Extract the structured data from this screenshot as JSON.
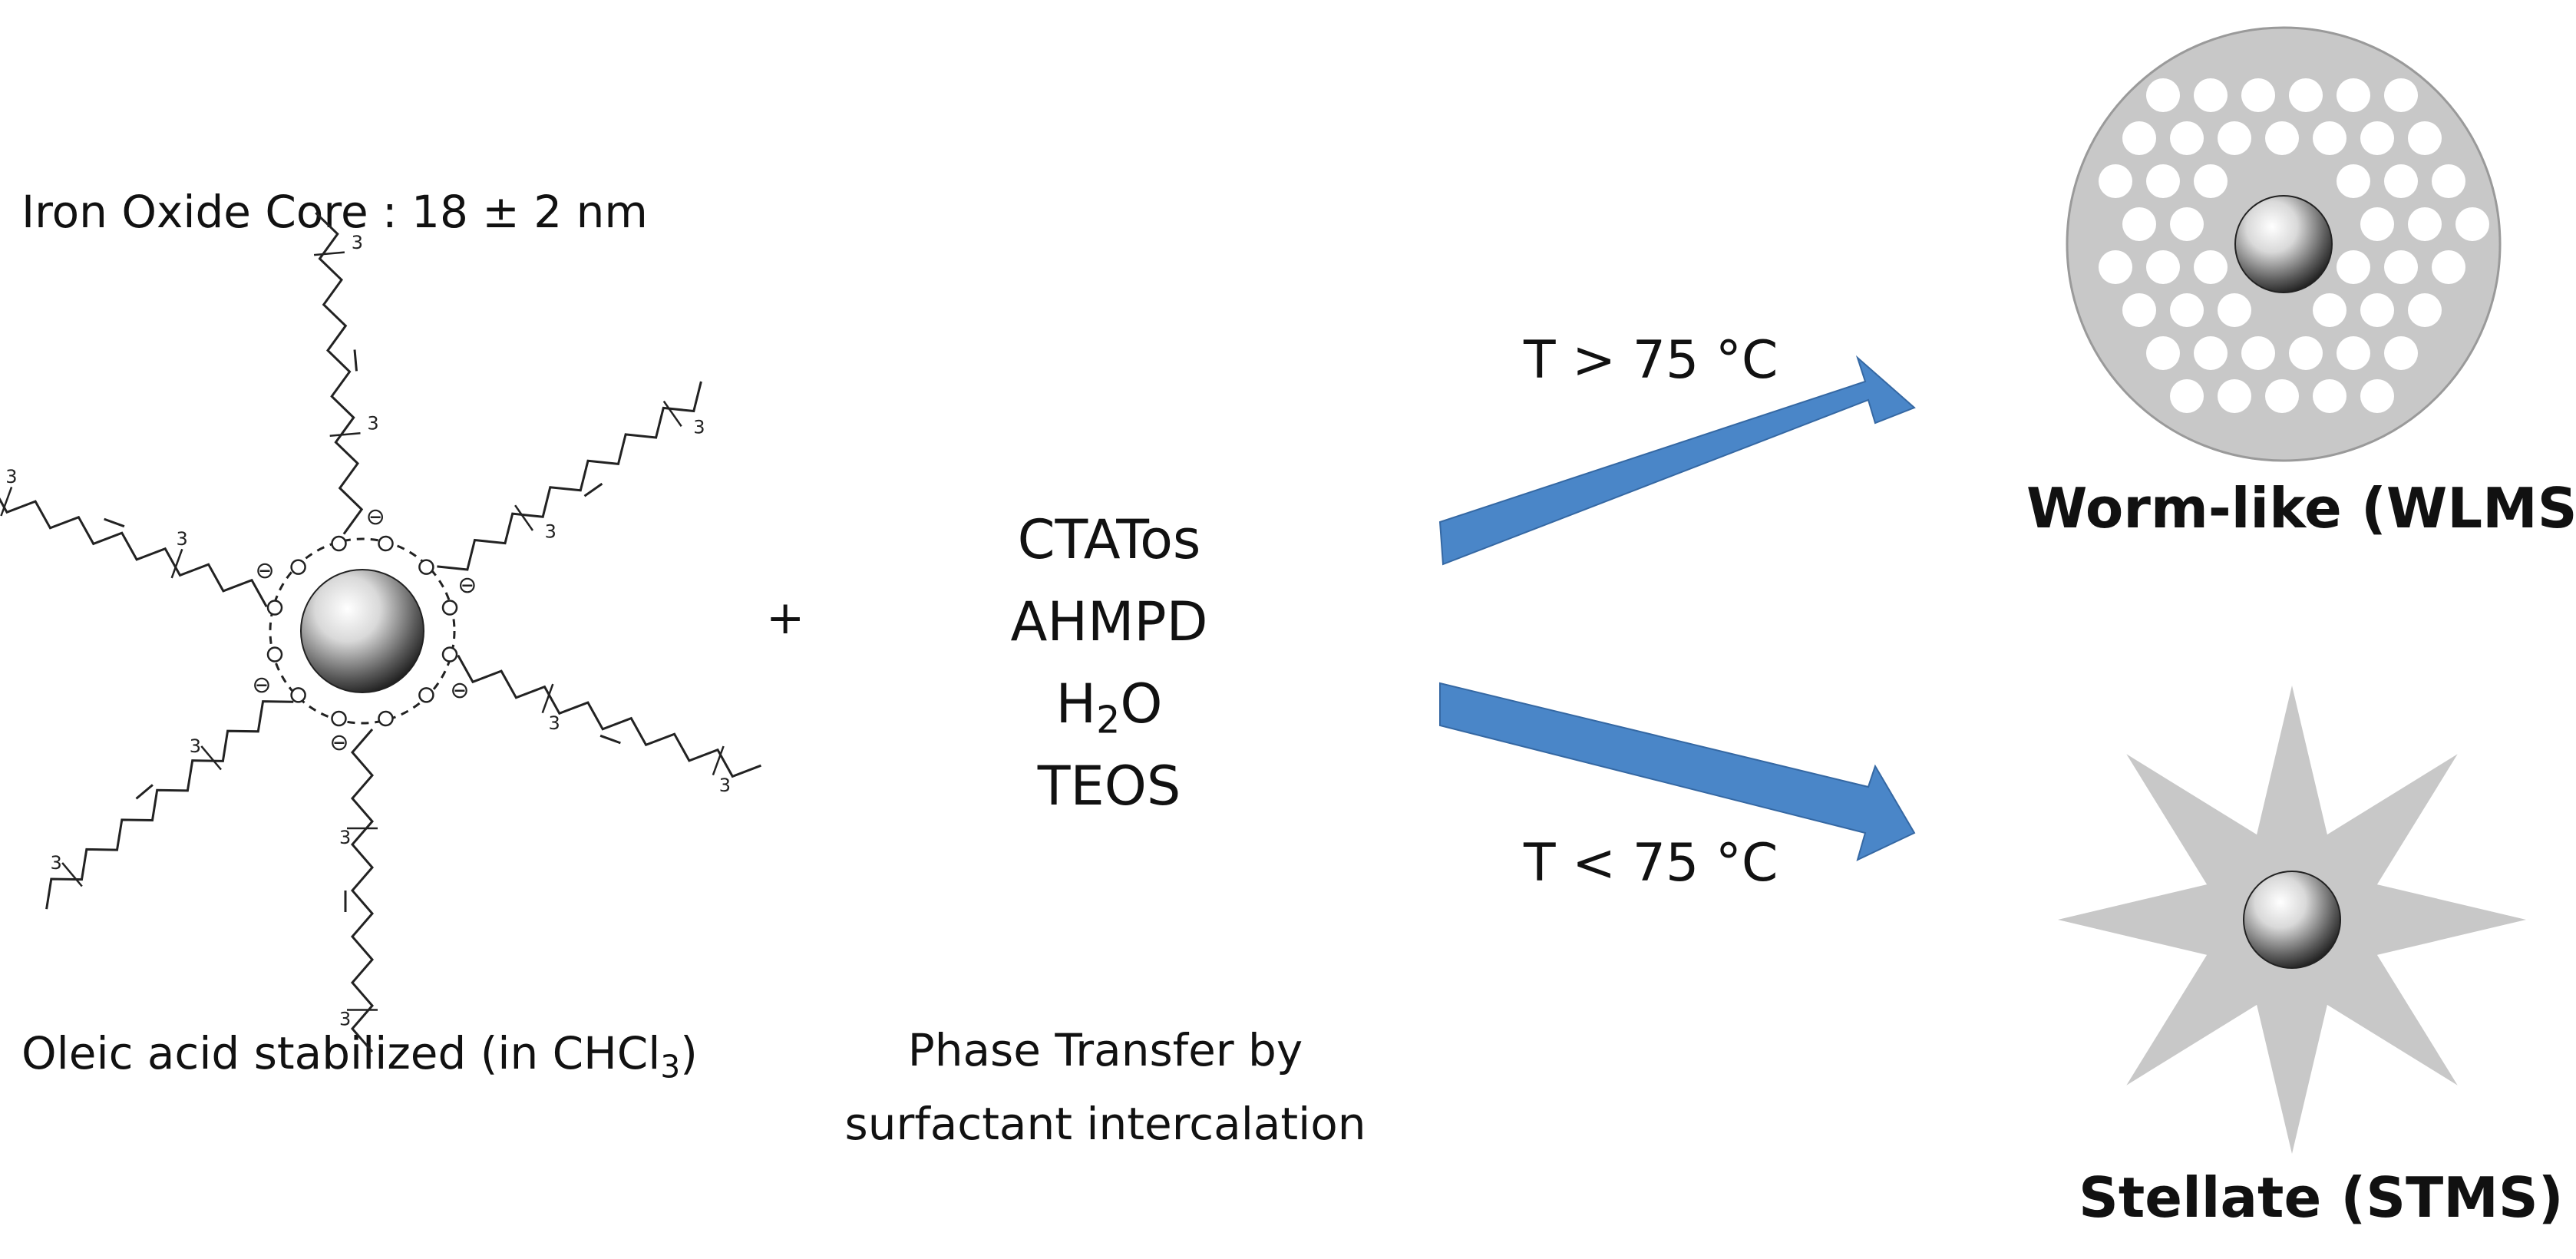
{
  "left": {
    "core_label": "Iron Oxide Core : 18 ± 2 nm",
    "oleic_label_main": "Oleic acid stabilized (in CHCl",
    "oleic_label_sub": "3",
    "oleic_label_end": ")",
    "chain_unit": "3",
    "charge_symbol": "⊖",
    "oxygen_symbol": "O"
  },
  "plus_sign": "+",
  "reagents": {
    "line1": "CTATos",
    "line2": "AHMPD",
    "h2o_main": "H",
    "h2o_sub": "2",
    "h2o_end": "O",
    "line4": "TEOS"
  },
  "phase_transfer": {
    "line1": "Phase Transfer by",
    "line2": "surfactant intercalation"
  },
  "conditions": {
    "high": "T > 75 °C",
    "low": "T < 75 °C"
  },
  "products": {
    "top": "Worm-like (WLMS)",
    "bottom": "Stellate (STMS)"
  },
  "colors": {
    "arrow_fill": "#4a86c8",
    "arrow_stroke": "#3568a3",
    "silica_gray": "#c8c8c8",
    "pore_white": "#ffffff"
  }
}
